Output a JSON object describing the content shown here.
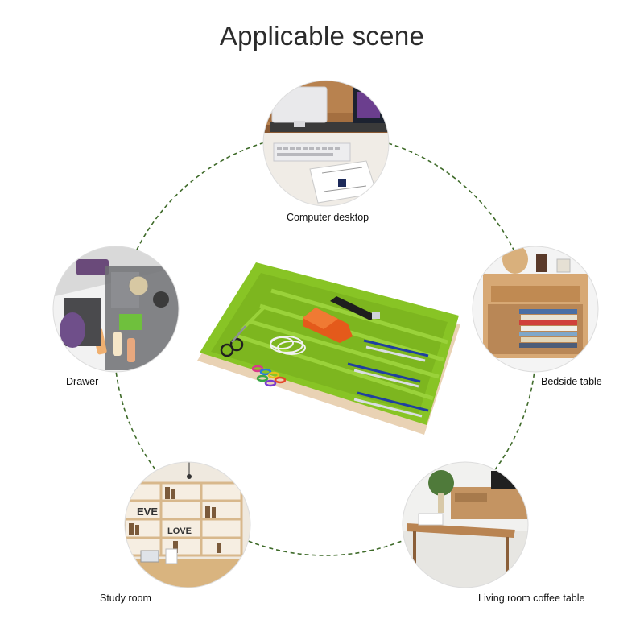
{
  "title": "Applicable scene",
  "scenes": [
    {
      "label": "Computer desktop"
    },
    {
      "label": "Drawer"
    },
    {
      "label": "Bedside table"
    },
    {
      "label": "Study room"
    },
    {
      "label": "Living room coffee table"
    }
  ],
  "shelf_letters": {
    "top": "EVE",
    "bottom": "LOVE"
  },
  "colors": {
    "dashed_ring": "#3f6b2a",
    "tray_green": "#88c425",
    "tray_base": "#e9d2b4",
    "wood": "#c99a62"
  }
}
